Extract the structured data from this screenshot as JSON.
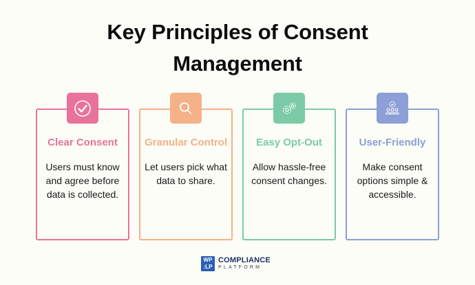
{
  "title": {
    "line1": "Key Principles of Consent",
    "line2": "Management"
  },
  "cards": [
    {
      "title": "Clear Consent",
      "description": "Users must know and agree before data is collected.",
      "icon": "check-circle-icon",
      "color": "#e8739a"
    },
    {
      "title": "Granular Control",
      "description": "Let users pick what data to share.",
      "icon": "search-icon",
      "color": "#f5b187"
    },
    {
      "title": "Easy Opt-Out",
      "description": "Allow hassle-free consent changes.",
      "icon": "gears-icon",
      "color": "#7ccaa6"
    },
    {
      "title": "User-Friendly",
      "description": "Make consent options simple & accessible.",
      "icon": "users-badge-icon",
      "color": "#8c9fd6"
    }
  ],
  "footer": {
    "logo_mark_top": "WP",
    "logo_mark_bottom": ":LP",
    "logo_main": "COMPLIANCE",
    "logo_sub": "PLATFORM"
  },
  "colors": {
    "background": "#fbfdf6",
    "title": "#0d0d0d",
    "logo_blue": "#2a5fb5",
    "logo_text": "#24306a"
  }
}
